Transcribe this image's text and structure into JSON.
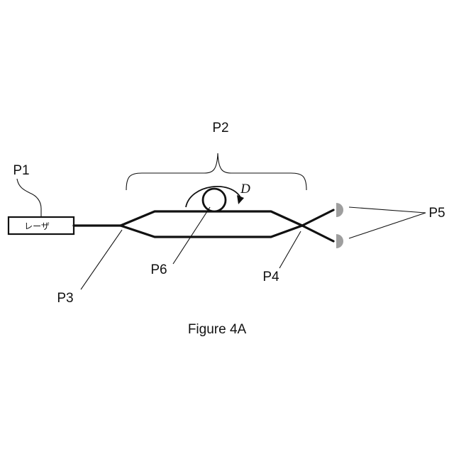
{
  "labels": {
    "p1": "P1",
    "p2": "P2",
    "p3": "P3",
    "p4": "P4",
    "p5": "P5",
    "p6": "P6"
  },
  "laser_text": "レーザ",
  "direction_label": "D",
  "caption": "Figure 4A",
  "colors": {
    "line": "#111111",
    "detector": "#9e9e9e"
  }
}
